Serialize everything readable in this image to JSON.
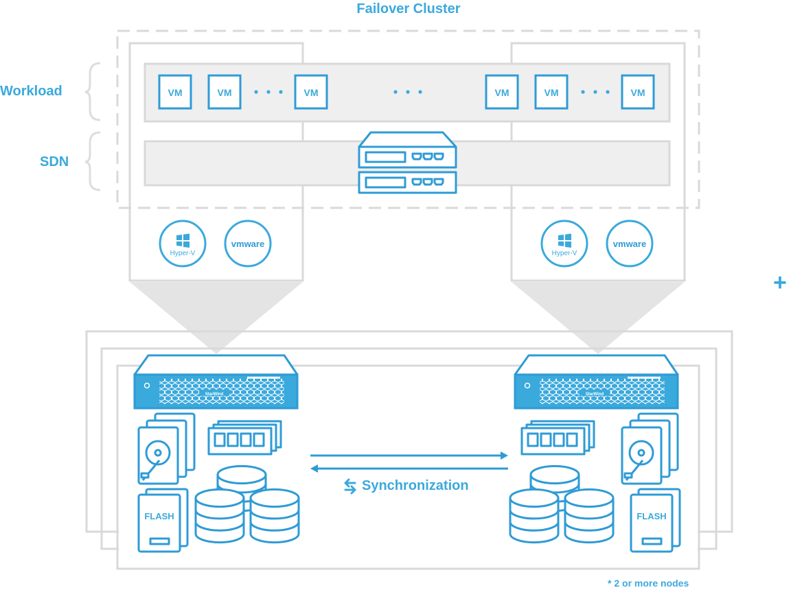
{
  "title": "Failover Cluster",
  "layers": {
    "workload": "Workload",
    "sdn": "SDN"
  },
  "vm_label": "VM",
  "ellipsis": "· · ·",
  "hypervisors": {
    "hyperv": "Hyper-V",
    "vmware": "vmware"
  },
  "storage": {
    "flash": "FLASH",
    "brand": "StarWind"
  },
  "sync_label": "Synchronization",
  "plus": "+",
  "footnote": "* 2 or more nodes",
  "colors": {
    "accent": "#3aa9dc",
    "gray": "#d9d9d9",
    "panel": "#efefef",
    "line": "#2e9bd6"
  }
}
